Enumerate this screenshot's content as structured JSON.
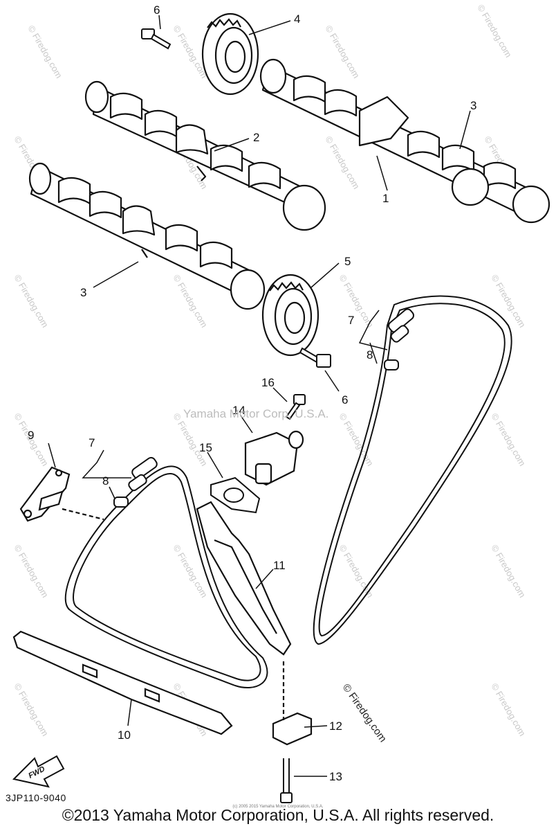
{
  "callouts": [
    "1",
    "2",
    "3",
    "3",
    "4",
    "5",
    "6",
    "6",
    "7",
    "7",
    "8",
    "8",
    "9",
    "10",
    "11",
    "12",
    "13",
    "14",
    "15",
    "16"
  ],
  "watermark_center": "Yamaha Motor Corp, U.S.A.",
  "watermark_repeat": "© Firedog.com",
  "watermark_side": "© Firedog.com",
  "fwd_label": "FWD",
  "part_code": "3JP110-9040",
  "tiny_notice": "(c) 2005 2015 Yamaha Motor Corporation, U.S.A.",
  "copyright": "©2013 Yamaha Motor Corporation, U.S.A. All rights reserved."
}
